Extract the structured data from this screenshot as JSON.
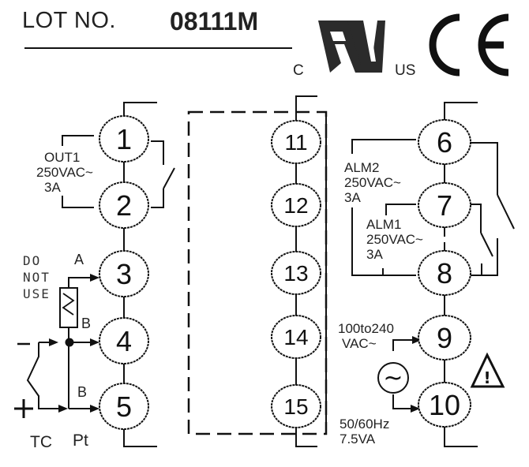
{
  "header": {
    "lot_label": "LOT  NO.",
    "lot_number": "08111M",
    "cert_c": "C",
    "cert_us": "US",
    "ul_mark": "ul-recognized-icon",
    "ce_mark": "ce-mark-icon"
  },
  "terminals": {
    "left": [
      "1",
      "2",
      "3",
      "4",
      "5"
    ],
    "middle": [
      "11",
      "12",
      "13",
      "14",
      "15"
    ],
    "right": [
      "6",
      "7",
      "8",
      "9",
      "10"
    ]
  },
  "out1": {
    "name": "OUT1",
    "rating": "250VAC~",
    "current": "3A"
  },
  "input": {
    "do_not_use": [
      "DO",
      "NOT",
      "USE"
    ],
    "terminal_a": "A",
    "terminal_b_upper": "B",
    "terminal_b_lower": "B",
    "minus": "−",
    "plus": "+",
    "tc_label": "TC",
    "pt_label": "Pt"
  },
  "alm2": {
    "name": "ALM2",
    "rating": "250VAC~",
    "current": "3A"
  },
  "alm1": {
    "name": "ALM1",
    "rating": "250VAC~",
    "current": "3A"
  },
  "power": {
    "voltage": "100to240",
    "type": "VAC~",
    "frequency": "50/60Hz",
    "power": "7.5VA",
    "ac_symbol": "~"
  },
  "warning": {
    "icon": "warning-icon",
    "glyph": "!"
  }
}
